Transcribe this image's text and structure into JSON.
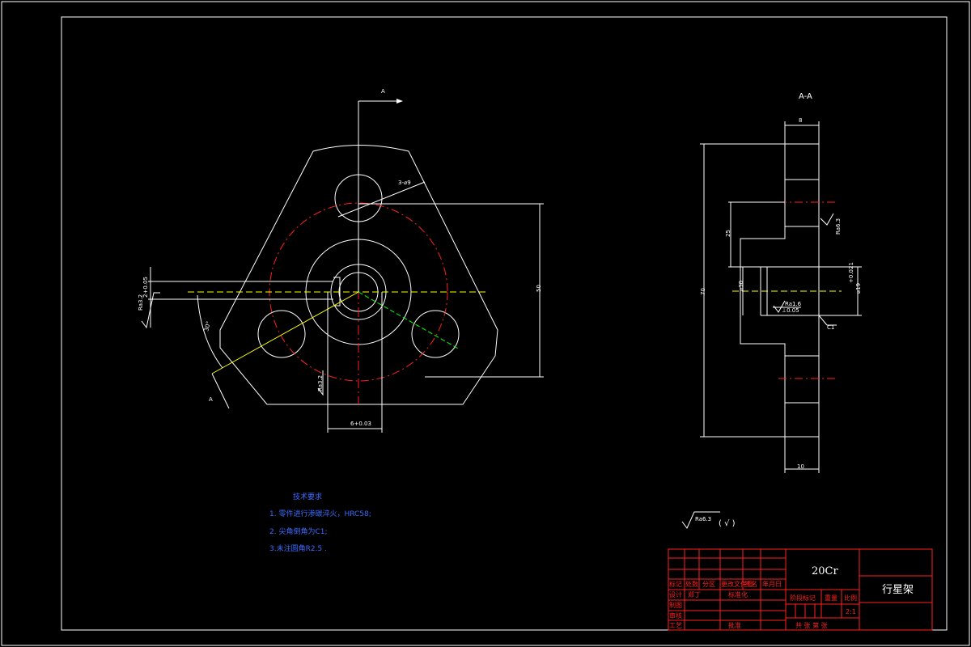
{
  "section_view": {
    "label": "A-A",
    "dim_top_width": "8",
    "dim_height_total": "70",
    "dim_bore_depth": "25",
    "dim_diameter_30": "⌀30",
    "dim_diameter_19": "⌀19",
    "dim_tol_19": "+0.021",
    "dim_bottom_width": "10",
    "chamfer": "C1",
    "rough_bore": "Ra1.6",
    "rough_bore_sub": "⊥0.05",
    "rough_side": "Ra6.3"
  },
  "front_view": {
    "cut_label_top": "A",
    "cut_label_bottom": "A",
    "holes_callout": "3-⌀9",
    "dim_vertical": "50",
    "dim_angle": "30°",
    "rough_left": "Ra3.2",
    "rough_key": "Ra3.2",
    "dim_key_bottom": "6+0.03",
    "dim_key_left": "2+0.05"
  },
  "general_roughness": {
    "symbol": "Ra6.3",
    "paren": "( √ )"
  },
  "tech_notes": {
    "title": "技术要求",
    "lines": [
      "1. 零件进行渗碳淬火，HRC58;",
      "2. 尖角倒角为C1;",
      "3.未注圆角R2.5 ."
    ]
  },
  "title_block": {
    "material": "20Cr",
    "part_name": "行星架",
    "headers": [
      "标记",
      "处数",
      "分区",
      "更改文件号",
      "签名",
      "年月日"
    ],
    "row_design": "设计",
    "designer": "郑丁",
    "std": "标准化",
    "row_draw": "制图",
    "row_check": "审核",
    "row_process": "工艺",
    "approve": "批准",
    "stage_label": "阶段标记",
    "weight_label": "重量",
    "scale_label": "比例",
    "scale": "2:1",
    "sheets": "共    张      第    张"
  }
}
